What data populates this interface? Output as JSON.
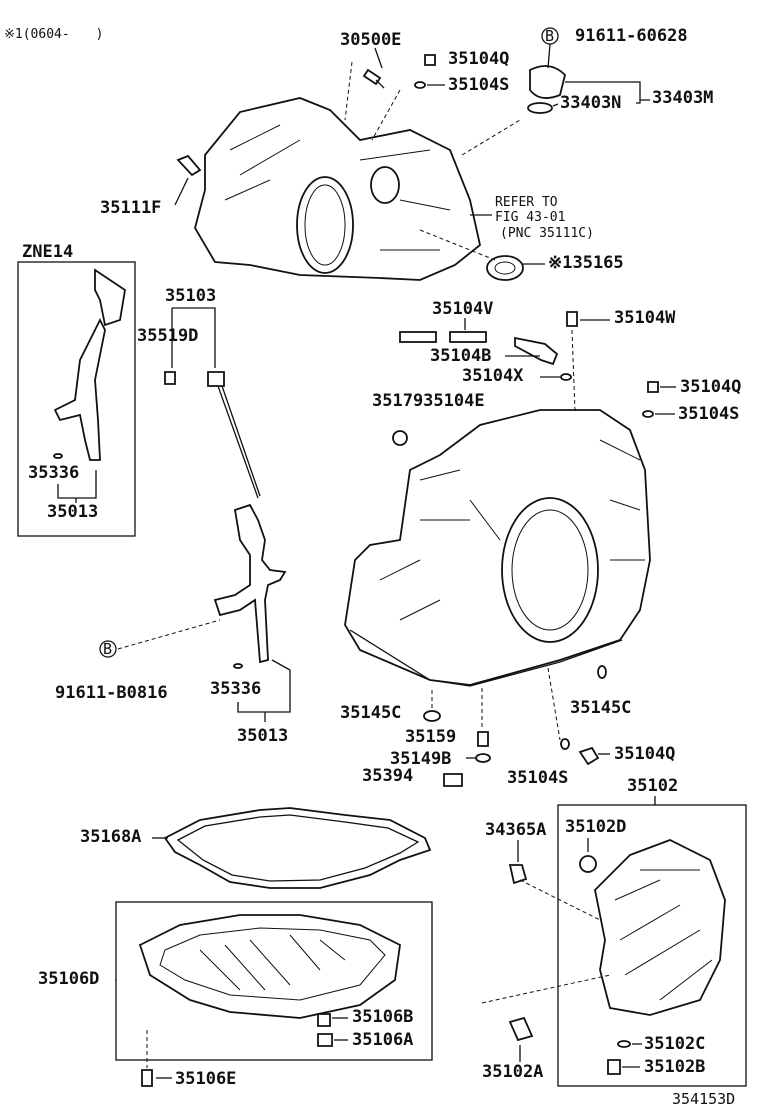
{
  "header_note": "※1(0604-　　)",
  "footer_code": "354153D",
  "zne_box_title": "ZNE14",
  "refer_note": {
    "line1": "REFER TO",
    "line2": "FIG 43-01",
    "line3": "(PNC 35111C)"
  },
  "circle_b": "B",
  "labels": {
    "p30500E": "30500E",
    "p35104Q_top": "35104Q",
    "p91611_60628": "91611-60628",
    "p35104S_top": "35104S",
    "p33403N": "33403N",
    "p33403M": "33403M",
    "p35111F": "35111F",
    "p35165": "※135165",
    "p35103": "35103",
    "p35519D": "35519D",
    "p35104V": "35104V",
    "p35104W": "35104W",
    "p35104B": "35104B",
    "p35104X": "35104X",
    "p35104Q_mid": "35104Q",
    "p35104S_mid": "35104S",
    "p35179_35104E": "3517935104E",
    "p35336_left": "35336",
    "p35013_left": "35013",
    "p91611_B0816": "91611-B0816",
    "p35336_mid": "35336",
    "p35013_mid": "35013",
    "p35145C_left": "35145C",
    "p35145C_right": "35145C",
    "p35159": "35159",
    "p35149B": "35149B",
    "p35104Q_low": "35104Q",
    "p35394": "35394",
    "p35104S_low": "35104S",
    "p35102": "35102",
    "p35168A": "35168A",
    "p34365A": "34365A",
    "p35102D": "35102D",
    "p35106D": "35106D",
    "p35106B": "35106B",
    "p35106A": "35106A",
    "p35102C": "35102C",
    "p35102B": "35102B",
    "p35106E": "35106E",
    "p35102A": "35102A"
  }
}
